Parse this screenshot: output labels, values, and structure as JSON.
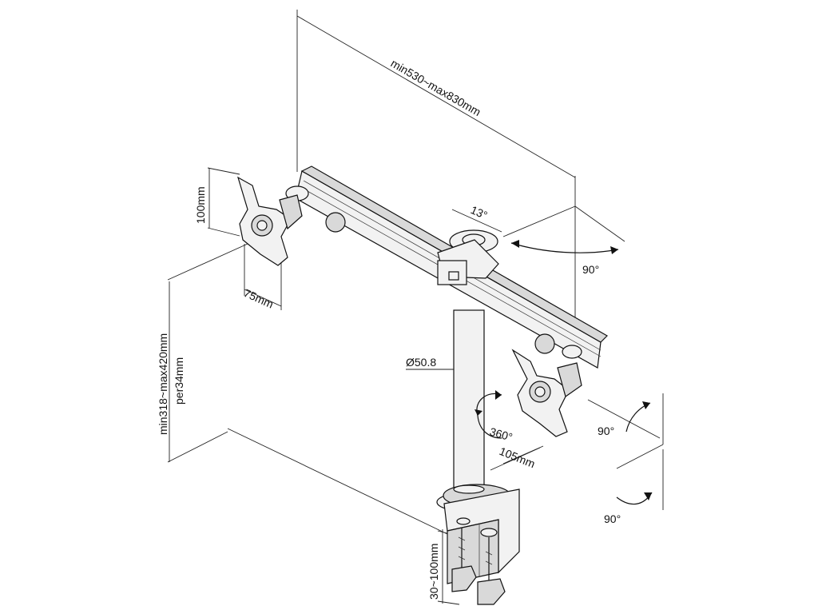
{
  "labels": {
    "arm_length": "min530~max830mm",
    "vesa_height": "100mm",
    "vesa_width": "75mm",
    "tilt_angle": "13°",
    "swivel_angle_top": "90°",
    "pole_diameter": "Ø50.8",
    "pole_rotation": "360°",
    "height_range": "min318~max420mm",
    "height_step": "per34mm",
    "clamp_depth": "105mm",
    "rotate_angle_right": "90°",
    "rotate_angle_bottom": "90°",
    "clamp_range": "30~100mm"
  },
  "icons": [
    "rotate-arrow-icon",
    "tilt-arrow-icon",
    "swivel-arrow-icon"
  ]
}
